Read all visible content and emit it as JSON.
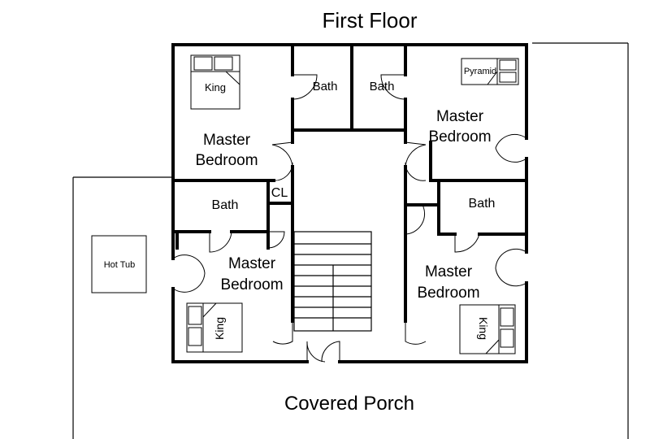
{
  "title": "First Floor",
  "porch_label": "Covered Porch",
  "hot_tub_label": "Hot Tub",
  "rooms": {
    "nw": {
      "line1": "Master",
      "line2": "Bedroom",
      "bed": "King"
    },
    "ne": {
      "line1": "Master",
      "line2": "Bedroom",
      "bed": "Pyramid"
    },
    "sw": {
      "line1": "Master",
      "line2": "Bedroom",
      "bed": "King"
    },
    "se": {
      "line1": "Master",
      "line2": "Bedroom",
      "bed": "King"
    }
  },
  "baths": {
    "top_left": "Bath",
    "top_right": "Bath",
    "mid_left": "Bath",
    "mid_right": "Bath"
  },
  "closet": "CL"
}
